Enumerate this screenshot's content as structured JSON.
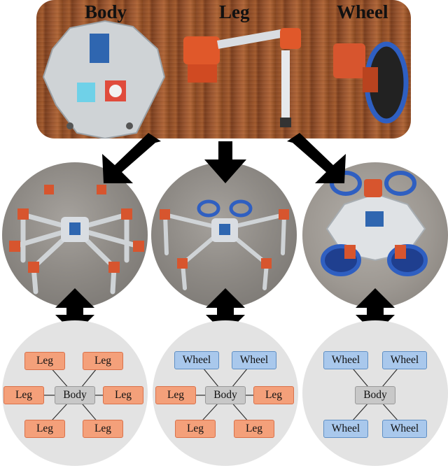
{
  "top": {
    "labels": {
      "body": "Body",
      "leg": "Leg",
      "wheel": "Wheel"
    }
  },
  "graphs": [
    {
      "center": "Body",
      "nodes": [
        "Leg",
        "Leg",
        "Leg",
        "Leg",
        "Leg",
        "Leg"
      ]
    },
    {
      "center": "Body",
      "nodes": [
        "Wheel",
        "Wheel",
        "Leg",
        "Leg",
        "Leg",
        "Leg"
      ]
    },
    {
      "center": "Body",
      "nodes": [
        "Wheel",
        "Wheel",
        "Wheel",
        "Wheel"
      ]
    }
  ],
  "colors": {
    "leg_fill": "#f4a07a",
    "wheel_fill": "#a9c8ec",
    "body_fill": "#c8c8c8",
    "graph_bg": "#e3e3e3",
    "arrow": "#000000"
  }
}
